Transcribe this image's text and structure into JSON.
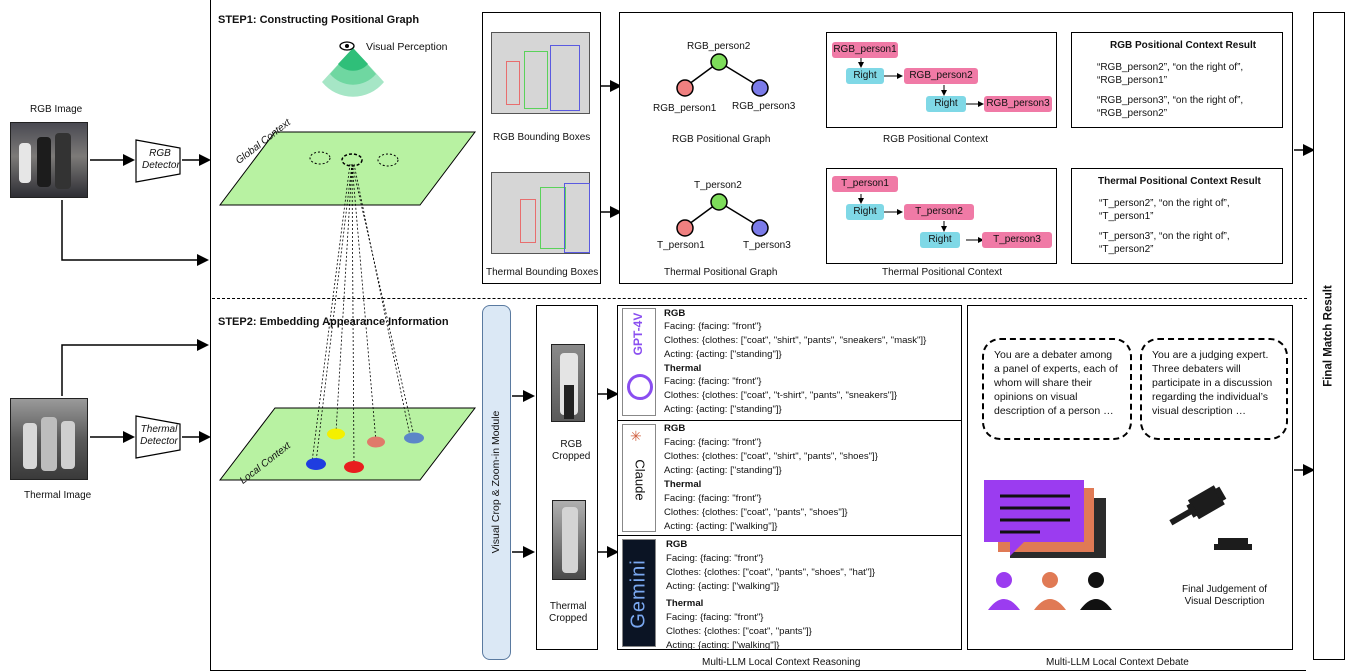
{
  "left": {
    "rgb_image_label": "RGB Image",
    "thermal_image_label": "Thermal Image",
    "rgb_detector": "RGB\nDetector",
    "thermal_detector": "Thermal\nDetector"
  },
  "step1": {
    "title": "STEP1: Constructing Positional Graph",
    "visual_perception": "Visual Perception",
    "global_context": "Global Context",
    "rgb_boxes_label": "RGB Bounding Boxes",
    "thermal_boxes_label": "Thermal Bounding Boxes",
    "rgb_graph_label": "RGB Positional Graph",
    "thermal_graph_label": "Thermal Positional Graph",
    "rgb_context_label": "RGB Positional Context",
    "thermal_context_label": "Thermal Positional Context",
    "rgb_nodes": [
      "RGB_person2",
      "RGB_person1",
      "RGB_person3"
    ],
    "thermal_nodes": [
      "T_person2",
      "T_person1",
      "T_person3"
    ],
    "rgb_chain": [
      "RGB_person1",
      "Right",
      "RGB_person2",
      "Right",
      "RGB_person3"
    ],
    "thermal_chain": [
      "T_person1",
      "Right",
      "T_person2",
      "Right",
      "T_person3"
    ],
    "rgb_result_title": "RGB Positional Context Result",
    "rgb_result_lines": [
      "“RGB_person2”, “on the right of”,",
      "“RGB_person1”",
      "“RGB_person3”, “on the right of”,",
      "“RGB_person2”"
    ],
    "thermal_result_title": "Thermal Positional Context Result",
    "thermal_result_lines": [
      "“T_person2”, “on the right of”,",
      "“T_person1”",
      "“T_person3”, “on the right of”,",
      "“T_person2”"
    ]
  },
  "step2": {
    "title": "STEP2: Embedding Appearance Information",
    "local_context": "Local Context",
    "module_label": "Visual Crop & Zoom-in Module",
    "rgb_cropped": "RGB\nCropped",
    "thermal_cropped": "Thermal\nCropped",
    "reasoning_label": "Multi-LLM Local Context Reasoning",
    "debate_label": "Multi-LLM Local Context Debate",
    "final_match": "Final Match Result",
    "gpt_logo": "GPT-4V",
    "claude_logo": "Claude",
    "gemini_logo": "Gemini",
    "gpt": {
      "rgb_head": "RGB",
      "rgb_lines": [
        "Facing: {facing: \"front\"}",
        "Clothes: {clothes: [\"coat\", \"shirt\", \"pants\", \"sneakers\", \"mask\"]}",
        "Acting: {acting: [\"standing\"]}"
      ],
      "th_head": "Thermal",
      "th_lines": [
        "Facing: {facing: \"front\"}",
        "Clothes: {clothes: [\"coat\", \"t-shirt\", \"pants\", \"sneakers\"]}",
        "Acting: {acting: [\"standing\"]}"
      ]
    },
    "claude": {
      "rgb_head": "RGB",
      "rgb_lines": [
        "Facing: {facing: \"front\"}",
        "Clothes: {clothes: [\"coat\", \"shirt\", \"pants\", \"shoes\"]}",
        "Acting: {acting: [\"standing\"]}"
      ],
      "th_head": "Thermal",
      "th_lines": [
        "Facing: {facing: \"front\"}",
        "Clothes: {clothes: [\"coat\", \"pants\", \"shoes\"]}",
        "Acting: {acting: [\"walking\"]}"
      ]
    },
    "gemini": {
      "rgb_head": "RGB",
      "rgb_lines": [
        "Facing: {facing: \"front\"}",
        "Clothes: {clothes: [\"coat\", \"pants\", \"shoes\", \"hat\"]}",
        "Acting: {acting: [\"walking\"]}"
      ],
      "th_head": "Thermal",
      "th_lines": [
        "Facing: {facing: \"front\"}",
        "Clothes: {clothes: [\"coat\", \"pants\"]}",
        "Acting: {acting: [\"walking\"]}"
      ]
    },
    "debater_text": "You are a debater among a panel of experts, each of whom will share their opinions on visual description of a person …",
    "judge_text": "You are a judging expert. Three debaters will participate in a discussion regarding the individual’s visual description …",
    "final_judgement": "Final Judgement of\nVisual Description"
  },
  "colors": {
    "pink": "#f07aa6",
    "cyan": "#7fd8e6",
    "node_red": "#f08080",
    "node_green": "#7ddc5a",
    "node_blue": "#7b7be8",
    "plane_green": "#b8f2a2",
    "purple": "#9b3cf0",
    "orange": "#e07a55"
  }
}
